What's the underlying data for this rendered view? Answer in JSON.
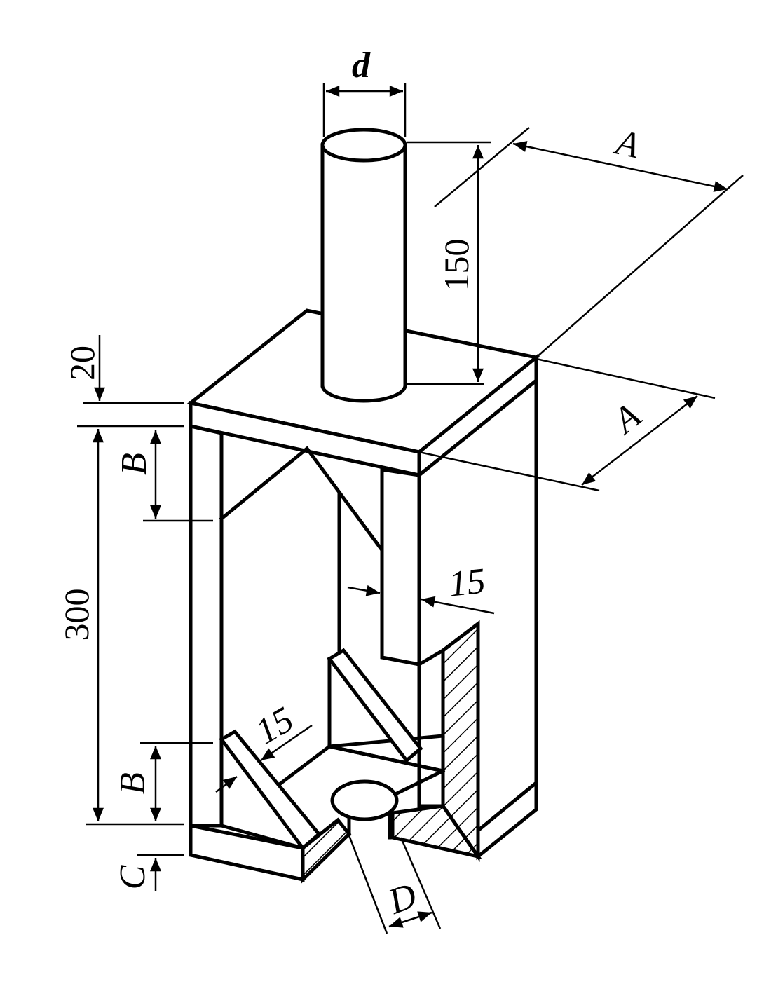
{
  "labels": {
    "d": "d",
    "A_top": "A",
    "A_side": "A",
    "dim_150": "150",
    "dim_20": "20",
    "B_top": "B",
    "dim_300": "300",
    "B_bottom": "B",
    "C": "C",
    "D": "D",
    "dim_15_upper": "15",
    "dim_15_lower": "15"
  }
}
